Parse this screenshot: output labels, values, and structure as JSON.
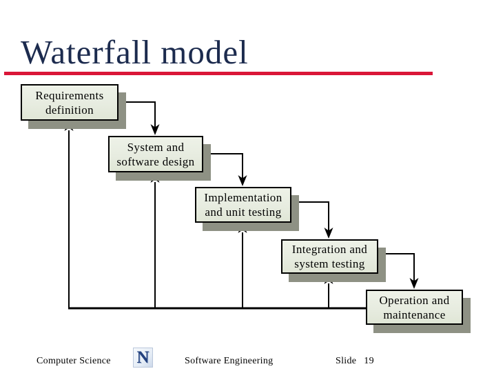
{
  "slide": {
    "title": "Waterfall model",
    "title_color": "#1c2b4e",
    "accent_color": "#da1638",
    "background_color": "#ffffff"
  },
  "diagram": {
    "type": "waterfall-process-flow",
    "box_fill": "#e9ede2",
    "box_border_color": "#000000",
    "shadow_color": "#8e9184",
    "connector_color": "#000000",
    "stages": [
      {
        "id": "requirements-definition",
        "line1": "Requirements",
        "line2": "definition"
      },
      {
        "id": "system-software-design",
        "line1": "System and",
        "line2": "software design"
      },
      {
        "id": "implementation-unit-testing",
        "line1": "Implementation",
        "line2": "and unit testing"
      },
      {
        "id": "integration-system-testing",
        "line1": "Integration and",
        "line2": "system testing"
      },
      {
        "id": "operation-maintenance",
        "line1": "Operation and",
        "line2": "maintenance"
      }
    ]
  },
  "footer": {
    "left": "Computer Science",
    "center": "Software Engineering",
    "page_label": "Slide",
    "page_number": "19",
    "logo_letter": "N",
    "logo_color": "#23417e"
  }
}
